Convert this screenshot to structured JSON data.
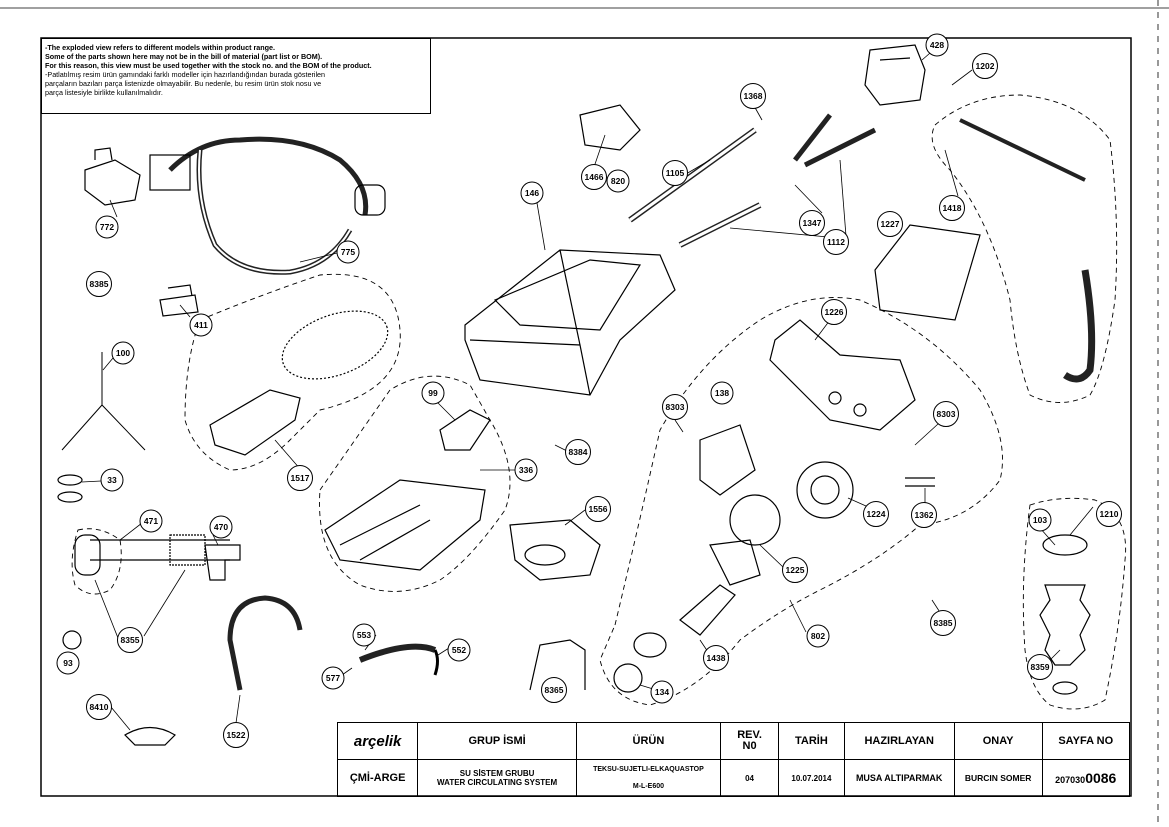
{
  "note": {
    "lines_en": [
      "-The exploded view refers to different models within product range.",
      "Some of the parts shown here may not be in the bill of material (part list or BOM).",
      "For this reason, this view must be used together with the stock no. and the BOM of the product."
    ],
    "lines_tr": [
      "-Patlatılmış resim ürün gamındaki farklı modeller için hazırlandığından burada gösterilen",
      "parçaların bazıları parça listenizde olmayabilir. Bu nedenle, bu resim ürün stok nosu ve",
      "parça listesiyle birlikte kullanılmalıdır."
    ]
  },
  "parts": [
    {
      "id": "p428",
      "label": "428"
    },
    {
      "id": "p1202",
      "label": "1202"
    },
    {
      "id": "p1368",
      "label": "1368"
    },
    {
      "id": "p1466",
      "label": "1466"
    },
    {
      "id": "p820",
      "label": "820"
    },
    {
      "id": "p1105",
      "label": "1105"
    },
    {
      "id": "p146",
      "label": "146"
    },
    {
      "id": "p1347",
      "label": "1347"
    },
    {
      "id": "p1112",
      "label": "1112"
    },
    {
      "id": "p1227",
      "label": "1227"
    },
    {
      "id": "p1418",
      "label": "1418"
    },
    {
      "id": "p772",
      "label": "772"
    },
    {
      "id": "p775",
      "label": "775"
    },
    {
      "id": "p8385a",
      "label": "8385"
    },
    {
      "id": "p411",
      "label": "411"
    },
    {
      "id": "p100",
      "label": "100"
    },
    {
      "id": "p1226",
      "label": "1226"
    },
    {
      "id": "p99",
      "label": "99"
    },
    {
      "id": "p8303a",
      "label": "8303"
    },
    {
      "id": "p138",
      "label": "138"
    },
    {
      "id": "p8303b",
      "label": "8303"
    },
    {
      "id": "p1517",
      "label": "1517"
    },
    {
      "id": "p8384",
      "label": "8384"
    },
    {
      "id": "p336",
      "label": "336"
    },
    {
      "id": "p33",
      "label": "33"
    },
    {
      "id": "p1224",
      "label": "1224"
    },
    {
      "id": "p1362",
      "label": "1362"
    },
    {
      "id": "p1210",
      "label": "1210"
    },
    {
      "id": "p103",
      "label": "103"
    },
    {
      "id": "p471",
      "label": "471"
    },
    {
      "id": "p470",
      "label": "470"
    },
    {
      "id": "p1556",
      "label": "1556"
    },
    {
      "id": "p1225",
      "label": "1225"
    },
    {
      "id": "p8385b",
      "label": "8385"
    },
    {
      "id": "p802",
      "label": "802"
    },
    {
      "id": "p8355",
      "label": "8355"
    },
    {
      "id": "p553",
      "label": "553"
    },
    {
      "id": "p552",
      "label": "552"
    },
    {
      "id": "p93",
      "label": "93"
    },
    {
      "id": "p577",
      "label": "577"
    },
    {
      "id": "p1438",
      "label": "1438"
    },
    {
      "id": "p8359",
      "label": "8359"
    },
    {
      "id": "p8365",
      "label": "8365"
    },
    {
      "id": "p134",
      "label": "134"
    },
    {
      "id": "p8410",
      "label": "8410"
    },
    {
      "id": "p1522",
      "label": "1522"
    }
  ],
  "title_block": {
    "brand": "arçelik",
    "grup_ismi_header": "GRUP İSMİ",
    "urun_header": "ÜRÜN",
    "rev_header": "REV.\nN0",
    "tarih_header": "TARİH",
    "hazirlayan_header": "HAZIRLAYAN",
    "onay_header": "ONAY",
    "sayfa_header": "SAYFA NO",
    "dept": "ÇMİ-ARGE",
    "group_tr": "SU SİSTEM GRUBU",
    "group_en": "WATER CIRCULATING SYSTEM",
    "product_line1": "TEKSU-SUJETLI-ELKAQUASTOP",
    "product_line2": "M-L-E600",
    "rev": "04",
    "date": "10.07.2014",
    "prepared_by": "MUSA ALTIPARMAK",
    "approved_by": "BURCIN SOMER",
    "page_prefix": "207030",
    "page_suffix": "0086"
  }
}
